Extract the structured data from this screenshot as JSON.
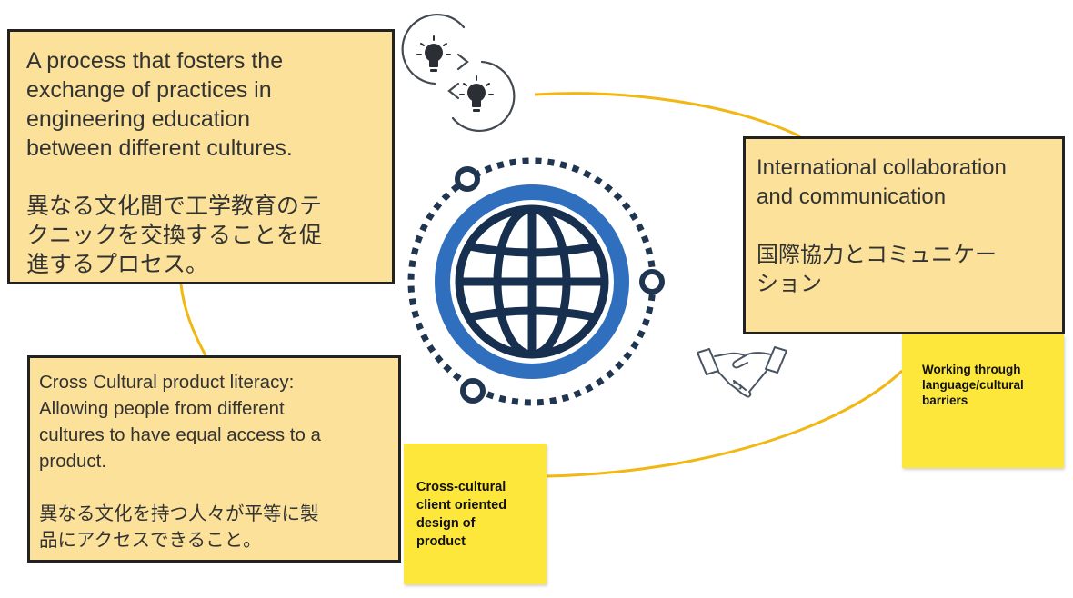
{
  "cards": {
    "exchange": {
      "en": "A process that fosters the\nexchange of practices in\nengineering education\nbetween different cultures.",
      "ja": "異なる文化間で工学教育のテ\nクニックを交換することを促\n進するプロセス。"
    },
    "intl": {
      "en": "International collaboration\nand communication",
      "ja": "国際協力とコミュニケー\nション"
    },
    "literacy": {
      "en": "Cross Cultural product literacy:\nAllowing people from different\ncultures to have equal access to a\nproduct.",
      "ja": "異なる文化を持つ人々が平等に製\n品にアクセスできること。"
    }
  },
  "notes": {
    "language": "Working through\nlanguage/cultural\nbarriers",
    "design": "Cross-cultural\nclient oriented\ndesign of\nproduct"
  },
  "icons": {
    "center": "globe-icon",
    "top": "lightbulb-exchange-icon",
    "right": "handshake-icon"
  },
  "colors": {
    "card_fill": "#fbe199",
    "card_border": "#222222",
    "note_fill": "#fde73a",
    "connector": "#f2b712",
    "globe_ring": "#2f6fbe",
    "globe_lines": "#17304f",
    "dots": "#1f3550"
  }
}
